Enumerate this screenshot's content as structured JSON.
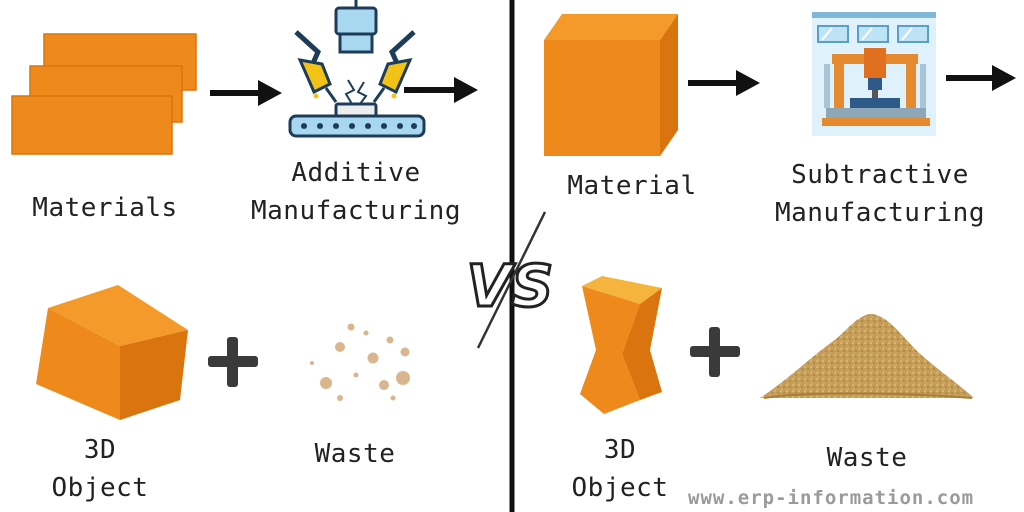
{
  "left_panel": {
    "materials_label": "Materials",
    "process_label_line1": "Additive",
    "process_label_line2": "Manufacturing",
    "object_label_line1": "3D",
    "object_label_line2": "Object",
    "waste_label": "Waste"
  },
  "right_panel": {
    "material_label": "Material",
    "process_label_line1": "Subtractive",
    "process_label_line2": "Manufacturing",
    "object_label_line1": "3D",
    "object_label_line2": "Object",
    "waste_label": "Waste"
  },
  "vs_text": "VS",
  "watermark": "www.erp-information.com",
  "colors": {
    "material_orange": "#EE8A1C",
    "material_orange_dark": "#D9740E",
    "arrow": "#111111",
    "divider": "#111111",
    "waste_particles": "#D9B68E",
    "sand": "#C9A45E"
  }
}
